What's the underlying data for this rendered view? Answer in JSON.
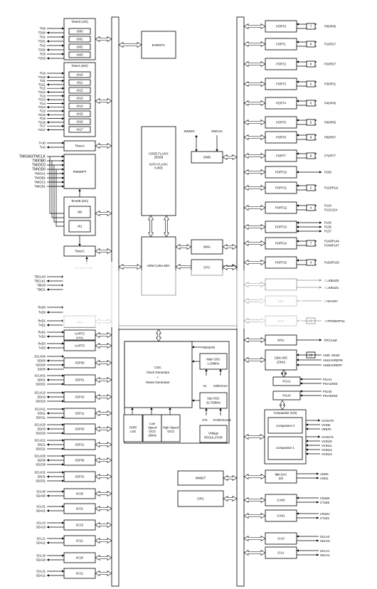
{
  "bus_labels": {
    "left": "",
    "right": ""
  },
  "left_pins": [
    {
      "lines": [
        "TI00",
        "TO00",
        "TI01",
        "TO01",
        "TI02",
        "TO02",
        "TI03",
        "TO03"
      ]
    },
    {
      "lines": [
        "TI10",
        "TO10",
        "TI11",
        "TO11",
        "TI12",
        "TO12",
        "TI13",
        "TO13",
        "TI14",
        "TO14",
        "TI15",
        "TO15",
        "TI16",
        "TO16",
        "TI17",
        "TO17"
      ]
    },
    {
      "lines": [
        "TAIO",
        "TAO"
      ]
    },
    {
      "lines": [
        "TMIOA0/TMCLK",
        "TMIOB0",
        "TMIOC0",
        "TMIOD0",
        "TMIOA1",
        "TMIOB1",
        "TMIOC1",
        "TMIOD1"
      ]
    },
    {
      "lines": [
        "TBCLK0",
        "TBCLK1",
        "TBIO0",
        "TBIO1"
      ]
    },
    {
      "lines": [
        "RxD0",
        "TxD0"
      ]
    },
    {
      "lines": [
        "RxD1",
        "TxD1"
      ]
    },
    {
      "lines": [
        "RxD2",
        "TxD2"
      ]
    },
    {
      "lines": [
        "RxD3",
        "TxD3"
      ]
    },
    {
      "lines": [
        "SCLK00",
        "SDI00",
        "SDO00",
        "SSI00"
      ]
    },
    {
      "lines": [
        "SCLK01",
        "SDI01",
        "SDO01"
      ]
    },
    {
      "lines": [
        "SCLK10",
        "SDI10",
        "SDO10"
      ]
    },
    {
      "lines": [
        "SCLK11",
        "SDI11",
        "SDO11"
      ]
    },
    {
      "lines": [
        "SCLK20",
        "SDI20",
        "SDO20"
      ]
    },
    {
      "lines": [
        "SCLK21",
        "SDI21",
        "SDO21"
      ]
    },
    {
      "lines": [
        "SCLK30",
        "SDI30",
        "SDO30"
      ]
    },
    {
      "lines": [
        "SCLK31",
        "SDI31",
        "SDO31"
      ]
    },
    {
      "lines": [
        "SCL00",
        "SDA00"
      ]
    },
    {
      "lines": [
        "SCL01",
        "SDA01"
      ]
    },
    {
      "lines": [
        "SCL10",
        "SDA10"
      ]
    },
    {
      "lines": [
        "SCL11",
        "SDA11"
      ]
    },
    {
      "lines": [
        "SCL20",
        "SDA20"
      ]
    },
    {
      "lines": [
        "SCL21",
        "SDA21"
      ]
    },
    {
      "lines": [
        "SCL30",
        "SDA30"
      ]
    },
    {
      "lines": [
        "SCL31",
        "SDA31"
      ]
    }
  ],
  "timer0": {
    "title": "Timer0 (4ch)",
    "channels": [
      "ch00",
      "ch01",
      "ch02",
      "ch03"
    ]
  },
  "timer1": {
    "title": "Timer1 (8ch)",
    "channels": [
      "ch10",
      "ch11",
      "ch12",
      "ch13",
      "ch14",
      "ch15",
      "ch16",
      "ch17"
    ]
  },
  "timera": "TimerA",
  "pwmopt": "PWMOPT",
  "timerb": {
    "title": "TimerB (2ch)",
    "channels": [
      "ch0",
      "ch1"
    ]
  },
  "timerc": "TimerC",
  "intnote": "INT from CMP",
  "left_blocks": [
    "IrDA",
    "UART2",
    "UART3",
    "SSP00",
    "SSP01",
    "SSP10",
    "SSP11",
    "SSP20",
    "SSP21",
    "SSP30",
    "SSP31",
    "IIC00",
    "IIC01",
    "IIC10",
    "IIC11",
    "IIC20",
    "IIC21",
    "IIC30",
    "IIC31"
  ],
  "uart2_sub": "(IrDA)",
  "center": {
    "eventc": "EVENTC",
    "flash": [
      "CODE FLASH:",
      "256KB",
      "",
      "DATA FLASH:",
      "8.0KB"
    ],
    "arm": "ARM Cortex-M0+",
    "swdio": "SWDIO",
    "swclk": "SWCLK",
    "swd": "SWD",
    "dma": "DMA",
    "dtc": "DTC",
    "reset": "RESETB",
    "csc": [
      "CSC",
      "Clock Generator",
      "+",
      "Reset Generator"
    ],
    "main_osc": [
      "Main OSC",
      "1-20MHz"
    ],
    "x1": "X1",
    "x2": "X2/EXCLK",
    "sub_osc": [
      "Sub OSC",
      "32.768kHz"
    ],
    "xt1": "XT1",
    "xt2": "XT2/EXCLKS",
    "por": [
      "POR/",
      "LVD"
    ],
    "lso": [
      "Low",
      "Speed",
      "OCO",
      "15kHz"
    ],
    "hso": [
      "High Speed",
      "OCO"
    ],
    "vreg": [
      "Voltage",
      "REGULATOR"
    ],
    "wwdt": "WWDT",
    "crc": "CRC"
  },
  "ports": [
    {
      "name": "PORT0",
      "count": "7",
      "pins": [
        "P00/P06"
      ]
    },
    {
      "name": "PORT1",
      "count": "8",
      "pins": [
        "P10/P17"
      ]
    },
    {
      "name": "PORT2",
      "count": "8",
      "pins": [
        "P20/P27"
      ]
    },
    {
      "name": "PORT3",
      "count": "2",
      "pins": [
        "P30/P31"
      ]
    },
    {
      "name": "PORT4",
      "count": "6",
      "pins": [
        "P40/P45"
      ]
    },
    {
      "name": "PORT5",
      "count": "6",
      "pins": [
        "P50/P55"
      ]
    },
    {
      "name": "PORT6",
      "count": "8",
      "pins": [
        "P60/P67"
      ]
    },
    {
      "name": "PORT7",
      "count": "8",
      "pins": [
        "P70/P77"
      ]
    },
    {
      "name": "PORT10",
      "count": "",
      "pins": [
        "P100"
      ]
    },
    {
      "name": "PORT11",
      "count": "2",
      "pins": [
        "P110/P111"
      ]
    },
    {
      "name": "PORT12",
      "count": "4",
      "pins": [
        "P120",
        "P121/124"
      ]
    },
    {
      "name": "PORT13",
      "count": "",
      "pins": [
        "P130",
        "P136",
        "P137"
      ]
    },
    {
      "name": "PORT14",
      "count": "7",
      "pins": [
        "P140/P144",
        "P146/P147"
      ]
    },
    {
      "name": "PORT15",
      "count": "4",
      "pins": [
        "P150/P153"
      ]
    }
  ],
  "right_misc": {
    "clkbuz": [
      "CLKBUZ0",
      "CLKBUZ1"
    ],
    "kr": "KR0-KR7",
    "kr_block": "KEY",
    "intp_block": "INTP",
    "intp_count": "12",
    "intp": "INTP0/INTP11",
    "rtc": "RTC",
    "rtc1hz": "RTC1HZ",
    "adc": [
      "12bit ADC",
      "(23ch)"
    ],
    "adc_count": "19",
    "adc_pins": [
      "ANI0- ANI20",
      "ANI1/AVREFM",
      "ANI0/AVREFP"
    ],
    "pga1": "PGA1",
    "pga1_pins": [
      "PGAI1",
      "PGA1GND"
    ],
    "pga0": "PGA0",
    "pga0_pins": [
      "PGAI0",
      "PGA0GND"
    ],
    "comp_title": "Comparator (2ch)",
    "comp0": "Comparator 0",
    "comp0_pins": [
      "VCOUT0",
      "VCIN0",
      "VREF0"
    ],
    "comp1": "Comparator 1",
    "comp1_pins": [
      "VCOUT1",
      "VCIN10",
      "VCIN11",
      "VCIN12",
      "VCIN13"
    ],
    "dac": [
      "8bit DAC",
      "2ch"
    ],
    "dac_pins": [
      "ANO0",
      "ANO1"
    ],
    "can0": "CAN0",
    "can0_pins": [
      "CRxD0",
      "CTxD0"
    ],
    "can1": "CAN1",
    "can1_pins": [
      "CRxD1",
      "CTxD1"
    ],
    "ica0": "ICA0",
    "ica0_pins": [
      "SCLA0",
      "SDAA0"
    ],
    "ica1": "ICA1",
    "ica1_pins": [
      "SCLA1",
      "SDAA1"
    ]
  }
}
